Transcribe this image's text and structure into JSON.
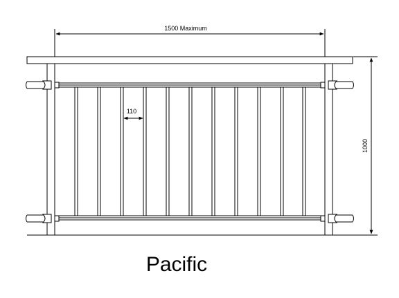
{
  "drawing": {
    "width_label": "1500 Maximum",
    "height_label": "1000",
    "spacing_label": "110",
    "caption": "Pacific"
  },
  "colors": {
    "line": "#000000",
    "background": "#ffffff"
  }
}
